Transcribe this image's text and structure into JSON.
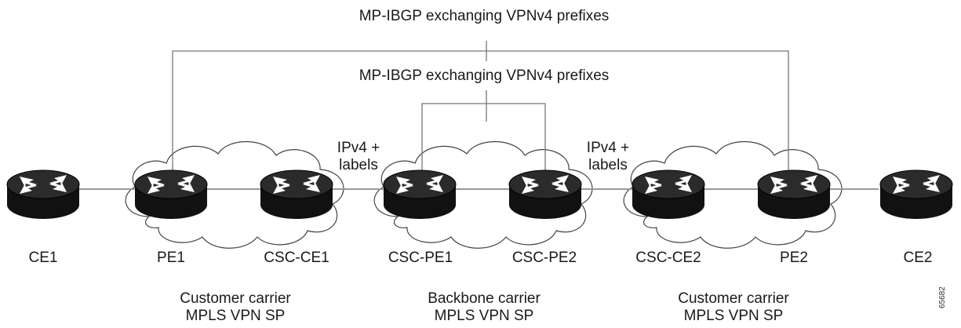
{
  "labels": {
    "top_session": "MP-IBGP exchanging VPNv4 prefixes",
    "inner_session": "MP-IBGP exchanging VPNv4 prefixes",
    "link_left": "IPv4 +\nlabels",
    "link_right": "IPv4 +\nlabels"
  },
  "routers": [
    "CE1",
    "PE1",
    "CSC-CE1",
    "CSC-PE1",
    "CSC-PE2",
    "CSC-CE2",
    "PE2",
    "CE2"
  ],
  "carriers": [
    {
      "line1": "Customer carrier",
      "line2": "MPLS VPN SP"
    },
    {
      "line1": "Backbone carrier",
      "line2": "MPLS VPN SP"
    },
    {
      "line1": "Customer carrier",
      "line2": "MPLS VPN SP"
    }
  ],
  "figure_id": "65682"
}
